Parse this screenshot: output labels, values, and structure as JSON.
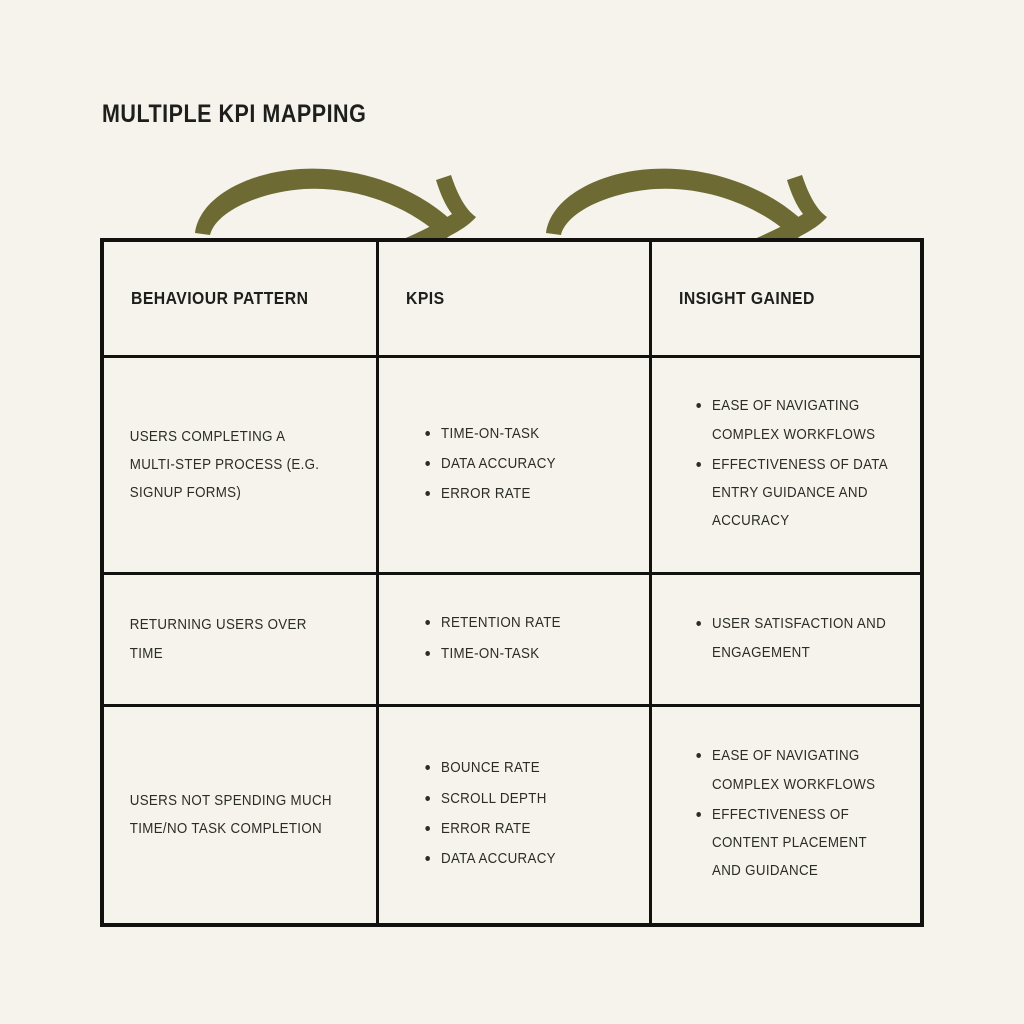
{
  "page": {
    "title": "MULTIPLE KPI MAPPING",
    "background_color": "#F5F3EB",
    "ink_color": "#1E1E1C",
    "accent_color": "#6D6B33"
  },
  "decorations": {
    "arrow_1": {
      "name": "curved-arrow-left",
      "color": "#6D6B33"
    },
    "arrow_2": {
      "name": "curved-arrow-right",
      "color": "#6D6B33"
    }
  },
  "table": {
    "headers": [
      "BEHAVIOUR PATTERN",
      "KPIS",
      "INSIGHT GAINED"
    ],
    "rows": [
      {
        "pattern": "USERS COMPLETING A MULTI-STEP PROCESS (E.G. SIGNUP FORMS)",
        "kpis": [
          "TIME-ON-TASK",
          "DATA ACCURACY",
          "ERROR RATE"
        ],
        "insights": [
          "EASE OF NAVIGATING COMPLEX WORKFLOWS",
          "EFFECTIVENESS OF DATA ENTRY GUIDANCE AND ACCURACY"
        ]
      },
      {
        "pattern": "RETURNING USERS OVER TIME",
        "kpis": [
          "RETENTION RATE",
          "TIME-ON-TASK"
        ],
        "insights": [
          "USER SATISFACTION AND ENGAGEMENT"
        ]
      },
      {
        "pattern": "USERS NOT SPENDING MUCH TIME/NO TASK COMPLETION",
        "kpis": [
          "BOUNCE RATE",
          "SCROLL DEPTH",
          "ERROR RATE",
          "DATA ACCURACY"
        ],
        "insights": [
          "EASE OF NAVIGATING COMPLEX WORKFLOWS",
          "EFFECTIVENESS OF CONTENT PLACEMENT AND GUIDANCE"
        ]
      }
    ]
  }
}
